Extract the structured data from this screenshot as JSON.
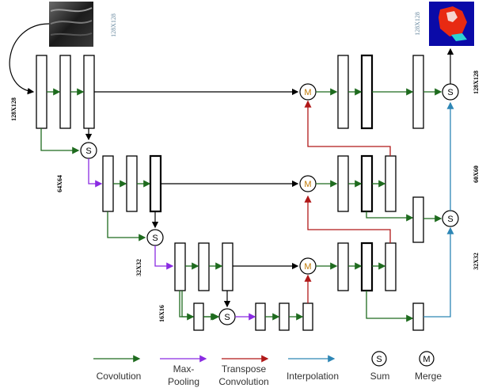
{
  "input_image": {
    "size_label": "128X128"
  },
  "output_image": {
    "size_label": "128X128"
  },
  "dims": {
    "level1": "128X128",
    "level2": "64X64",
    "level3": "32X32",
    "level4": "16X16",
    "right1": "128X128",
    "right2": "60X60",
    "right3": "32X32"
  },
  "symbols": {
    "sum": "S",
    "merge": "M"
  },
  "legend": {
    "convolution": "Covolution",
    "maxpool_line1": "Max-",
    "maxpool_line2": "Pooling",
    "tconv_line1": "Transpose",
    "tconv_line2": "Convolution",
    "interpolation": "Interpolation",
    "sum": "Sum",
    "merge": "Merge"
  },
  "colors": {
    "convolution": "#1e6b1e",
    "maxpool": "#8a2be2",
    "transpose_conv": "#b01818",
    "interpolation": "#2d86b5",
    "merge_letter": "#c07800"
  }
}
